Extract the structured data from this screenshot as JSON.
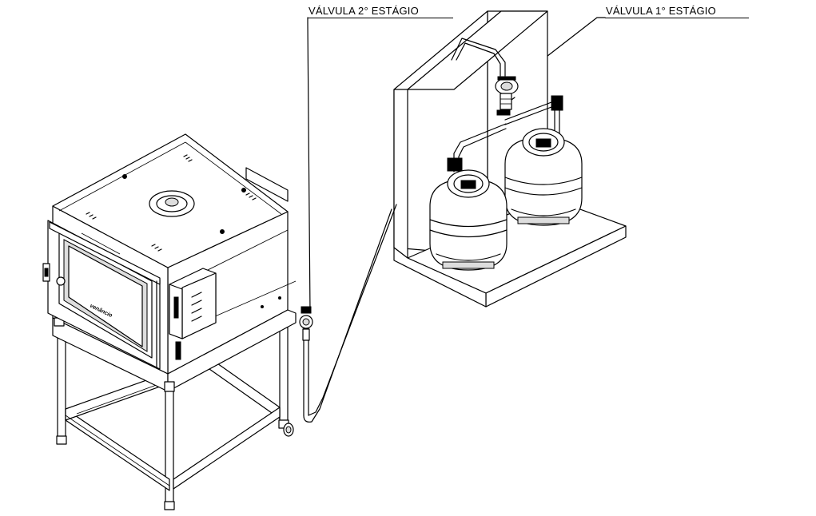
{
  "labels": {
    "valve_second_stage": "VÁLVULA 2° ESTÁGIO",
    "valve_first_stage": "VÁLVULA 1° ESTÁGIO"
  },
  "oven": {
    "brand": "venâncio"
  },
  "cylinders": {
    "count": 2
  }
}
